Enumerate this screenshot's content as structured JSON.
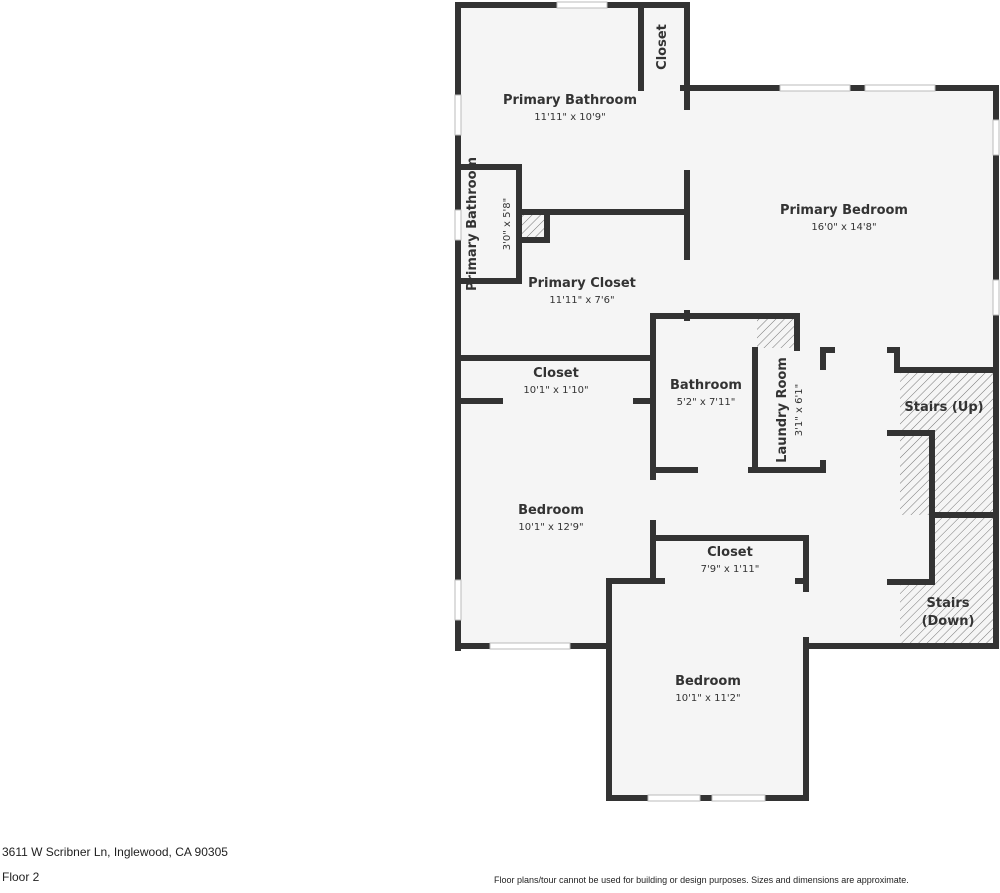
{
  "floor_plan": {
    "rooms": [
      {
        "name": "Primary Bathroom",
        "dims": "11'11\" x 10'9\""
      },
      {
        "name": "Closet",
        "dims": ""
      },
      {
        "name": "Primary Bedroom",
        "dims": "16'0\" x 14'8\""
      },
      {
        "name": "Primary Bathroom",
        "dims": "3'0\" x 5'8\""
      },
      {
        "name": "Primary Closet",
        "dims": "11'11\" x 7'6\""
      },
      {
        "name": "Closet",
        "dims": "10'1\" x 1'10\""
      },
      {
        "name": "Bathroom",
        "dims": "5'2\" x 7'11\""
      },
      {
        "name": "Laundry Room",
        "dims": "3'1\" x 6'1\""
      },
      {
        "name": "Stairs (Up)",
        "dims": ""
      },
      {
        "name": "Bedroom",
        "dims": "10'1\" x 12'9\""
      },
      {
        "name": "Closet",
        "dims": "7'9\" x 1'11\""
      },
      {
        "name": "Stairs",
        "dims": "(Down)"
      },
      {
        "name": "Bedroom",
        "dims": "10'1\" x 11'2\""
      }
    ],
    "colors": {
      "wall": "#333333",
      "floor": "#f5f5f5",
      "hatch": "#888888"
    }
  },
  "footer": {
    "address": "3611 W Scribner Ln, Inglewood, CA 90305",
    "floor": "Floor 2",
    "disclaimer": "Floor plans/tour cannot be used for building or design purposes. Sizes and dimensions are approximate."
  }
}
